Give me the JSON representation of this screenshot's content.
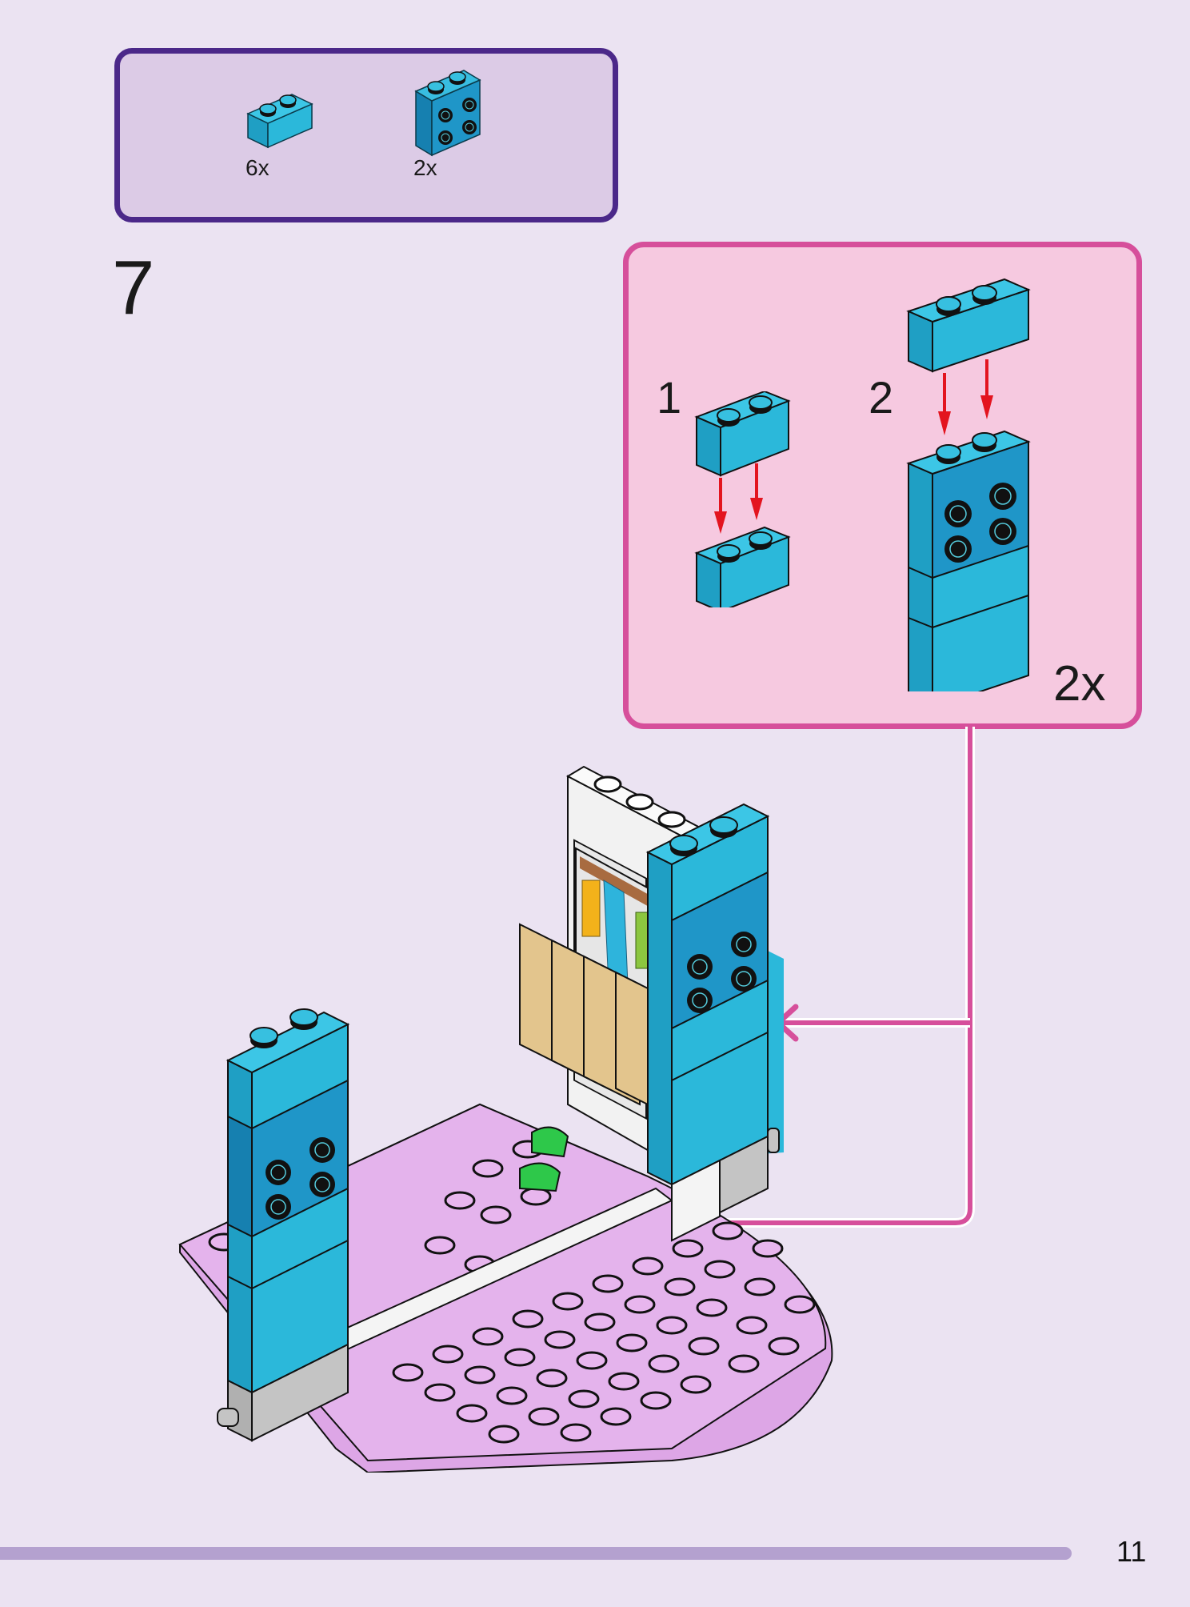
{
  "page": {
    "background_color": "#ebe3f2",
    "page_number": "11"
  },
  "parts_list": {
    "border_color": "#4b2889",
    "fill_color": "#dccbe6",
    "items": [
      {
        "name": "1x2 brick",
        "color": "#2bb5d6",
        "quantity": "6x"
      },
      {
        "name": "1x2x2 brick with 4 side studs",
        "color": "#1f96c8",
        "quantity": "2x"
      }
    ]
  },
  "step": {
    "number": "7"
  },
  "sub_assembly": {
    "border_color": "#d64f9b",
    "fill_color": "#f6c9e0",
    "sub_steps": [
      {
        "label": "1"
      },
      {
        "label": "2"
      }
    ],
    "multiplier": "2x",
    "arrow_color": "#e3141f"
  },
  "main_model": {
    "description": "Pink round baseplate with wall, shelves, and two blue pillars",
    "callout_color": "#d64f9b"
  },
  "footer": {
    "bar_color": "#b4a1cf"
  }
}
